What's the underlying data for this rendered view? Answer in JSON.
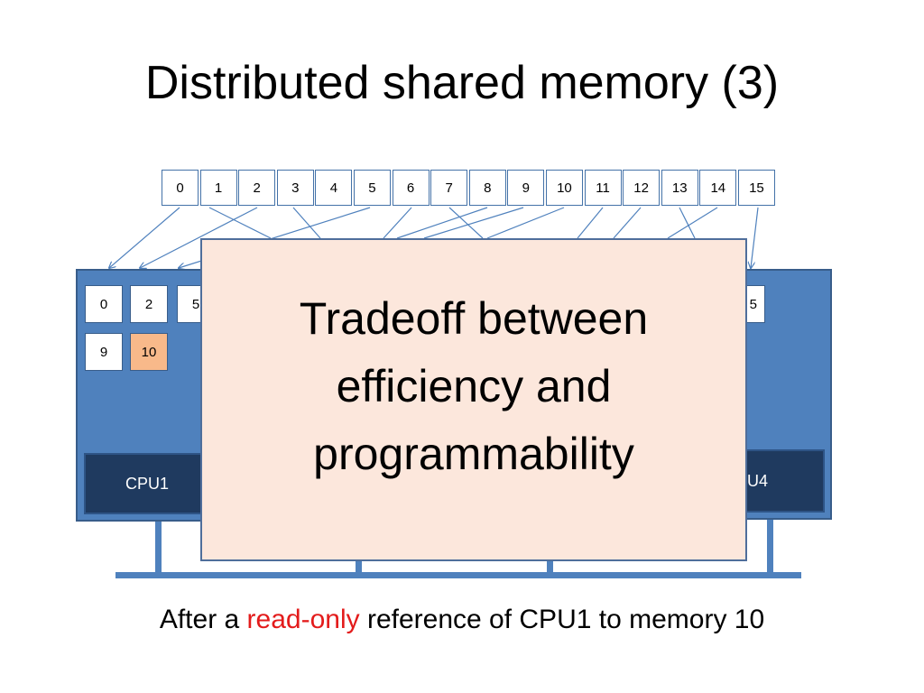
{
  "title": "Distributed shared memory (3)",
  "address_space": [
    "0",
    "1",
    "2",
    "3",
    "4",
    "5",
    "6",
    "7",
    "8",
    "9",
    "10",
    "11",
    "12",
    "13",
    "14",
    "15"
  ],
  "node1": {
    "cpu_label": "CPU1",
    "pages_row1": [
      "0",
      "2",
      "5"
    ],
    "pages_row2": [
      "9",
      "10"
    ],
    "highlighted_page": "10"
  },
  "node4": {
    "cpu_label_visible": "U4",
    "page_visible": "5"
  },
  "popup": {
    "text": "Tradeoff between\nefficiency and\nprogrammability"
  },
  "caption": {
    "before": "After a ",
    "highlight": "read-only",
    "after": " reference of CPU1 to memory 10"
  },
  "colors": {
    "node_fill": "#4f81bd",
    "cpu_fill": "#1f3a5f",
    "highlight_page": "#f8b98a",
    "popup_fill": "#fce7dc",
    "caption_highlight": "#e31b1b"
  }
}
